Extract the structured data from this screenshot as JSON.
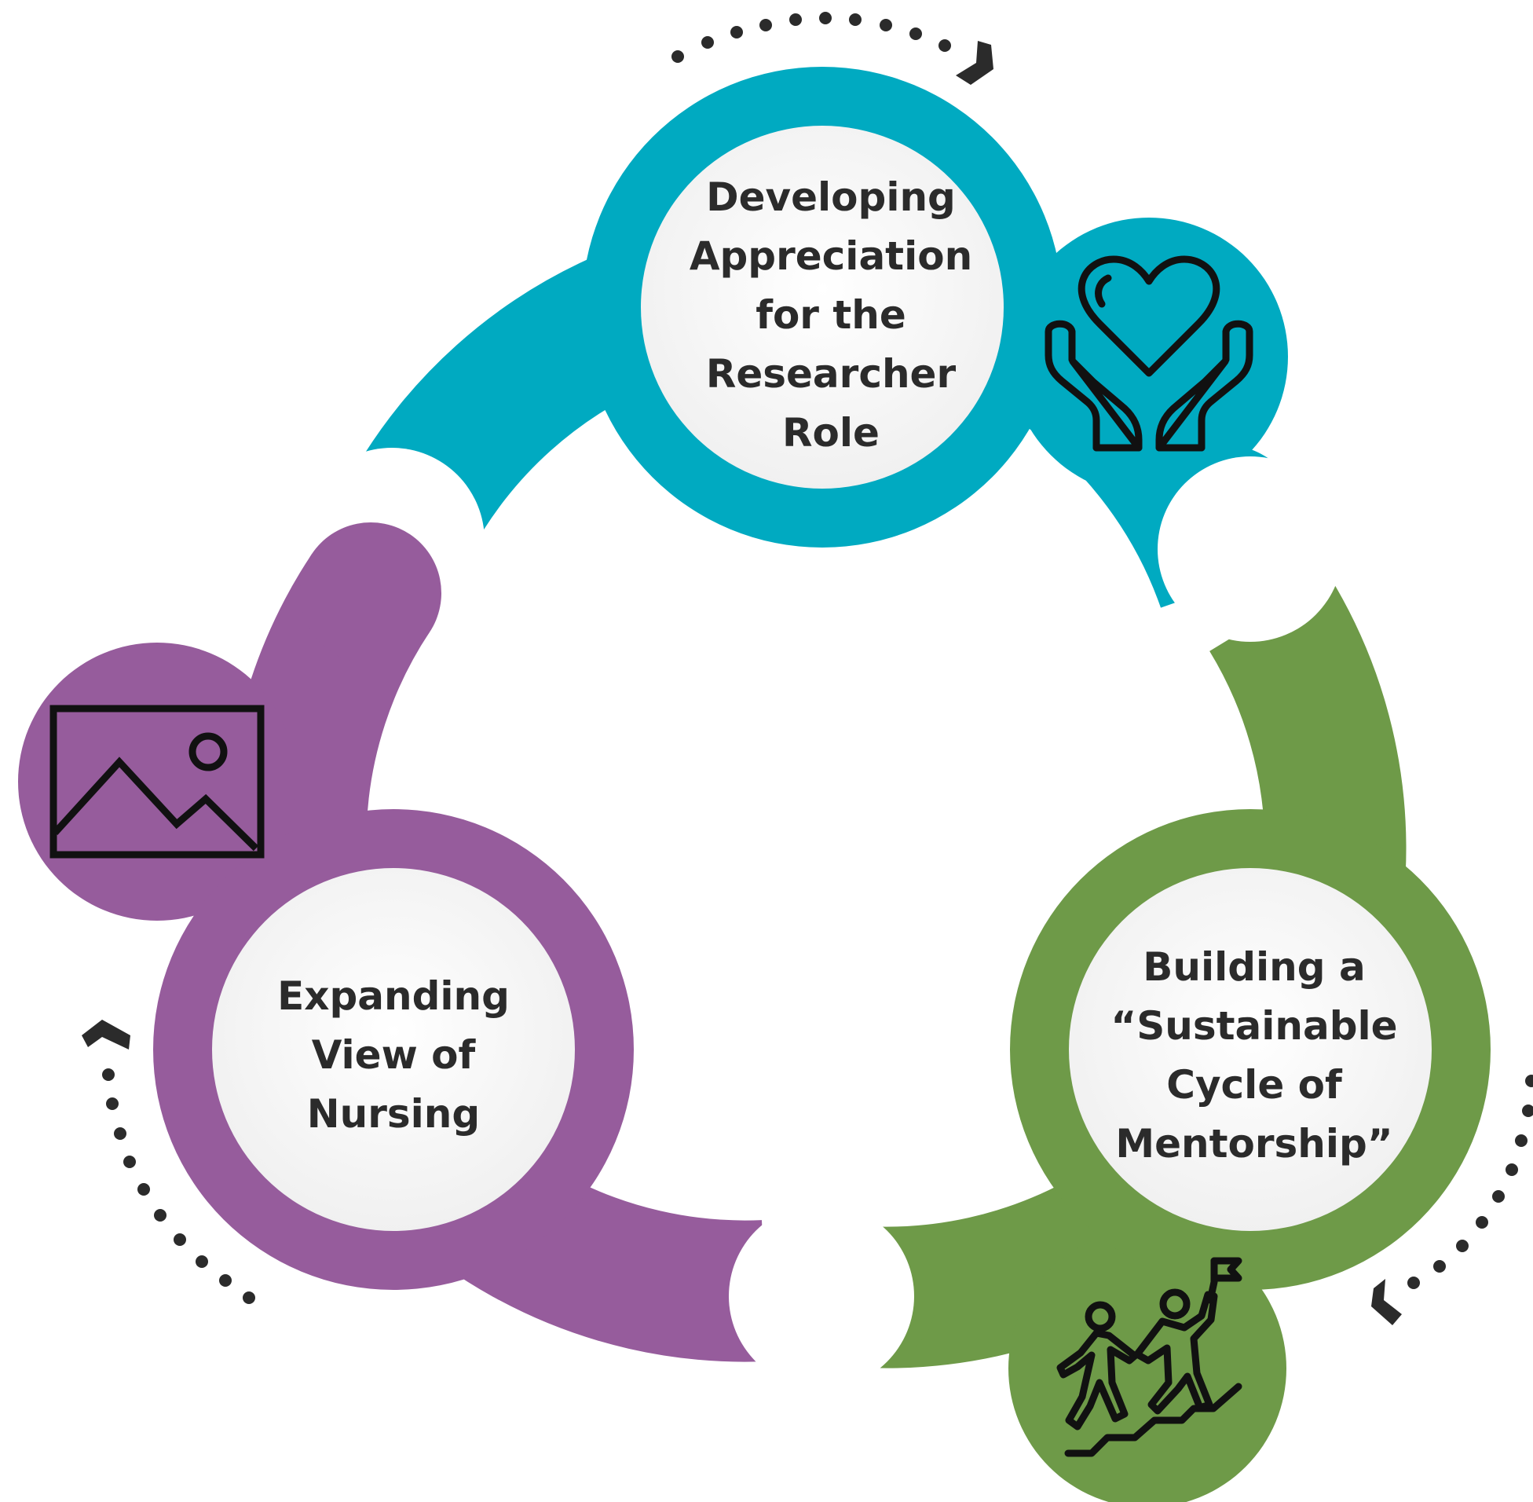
{
  "cycle": {
    "steps": [
      {
        "id": "appreciation",
        "lines": [
          "Developing",
          "Appreciation",
          "for the",
          "Researcher",
          "Role"
        ],
        "color": "#00aac1",
        "icon": "heart-in-hands-icon"
      },
      {
        "id": "mentorship",
        "lines": [
          "Building a",
          "“Sustainable",
          "Cycle of",
          "Mentorship”"
        ],
        "color": "#6e9a48",
        "icon": "climbing-together-icon"
      },
      {
        "id": "nursing",
        "lines": [
          "Expanding",
          "View of",
          "Nursing"
        ],
        "color": "#965c9c",
        "icon": "landscape-image-icon"
      }
    ],
    "arrow_color": "#2b2b2b",
    "inner_circle_color": "#f7f7f7"
  }
}
